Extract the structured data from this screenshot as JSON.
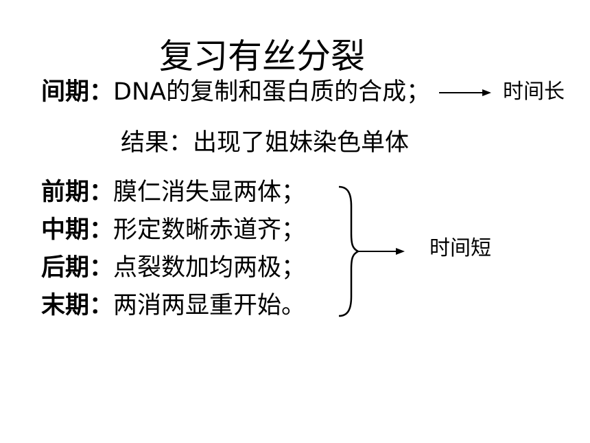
{
  "title": "复习有丝分裂",
  "interphase": {
    "label": "间期：",
    "text": "DNA的复制和蛋白质的合成；",
    "duration": "时间长",
    "result": "结果：出现了姐妹染色单体"
  },
  "phases": [
    {
      "label": "前期：",
      "text": "膜仁消失显两体；"
    },
    {
      "label": "中期：",
      "text": "形定数晰赤道齐；"
    },
    {
      "label": "后期：",
      "text": "点裂数加均两极；"
    },
    {
      "label": "末期：",
      "text": "两消两显重开始。"
    }
  ],
  "phases_duration": "时间短"
}
